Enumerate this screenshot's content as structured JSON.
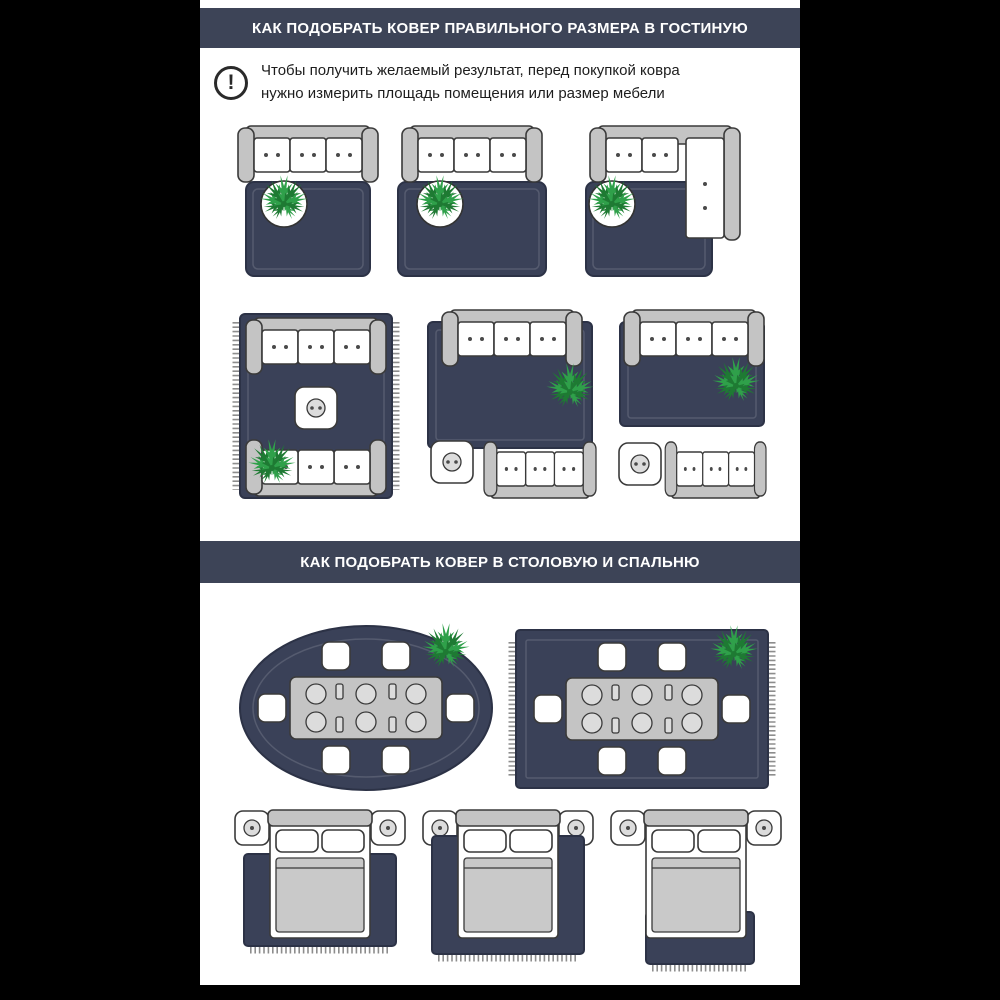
{
  "colors": {
    "background": "#000000",
    "panel": "#ffffff",
    "header_bg": "#3d4457",
    "header_text": "#ffffff",
    "rug": "#3a4158",
    "rug_edge": "#2c3246",
    "furniture_gray": "#c4c4c4",
    "outline": "#3a3a3a",
    "plant_dark": "#1e7a33",
    "plant_light": "#2fa04a",
    "text": "#1d1d1d"
  },
  "icons": {
    "warning": "!"
  },
  "sections": {
    "livingroom": {
      "title": "КАК ПОДОБРАТЬ КОВЕР ПРАВИЛЬНОГО РАЗМЕРА В ГОСТИНУЮ",
      "note_line1": "Чтобы получить желаемый результат, перед покупкой ковра",
      "note_line2": "нужно измерить площадь помещения или размер мебели"
    },
    "dining_bedroom": {
      "title": "КАК ПОДОБРАТЬ КОВЕР В СТОЛОВУЮ И СПАЛЬНЮ"
    }
  }
}
